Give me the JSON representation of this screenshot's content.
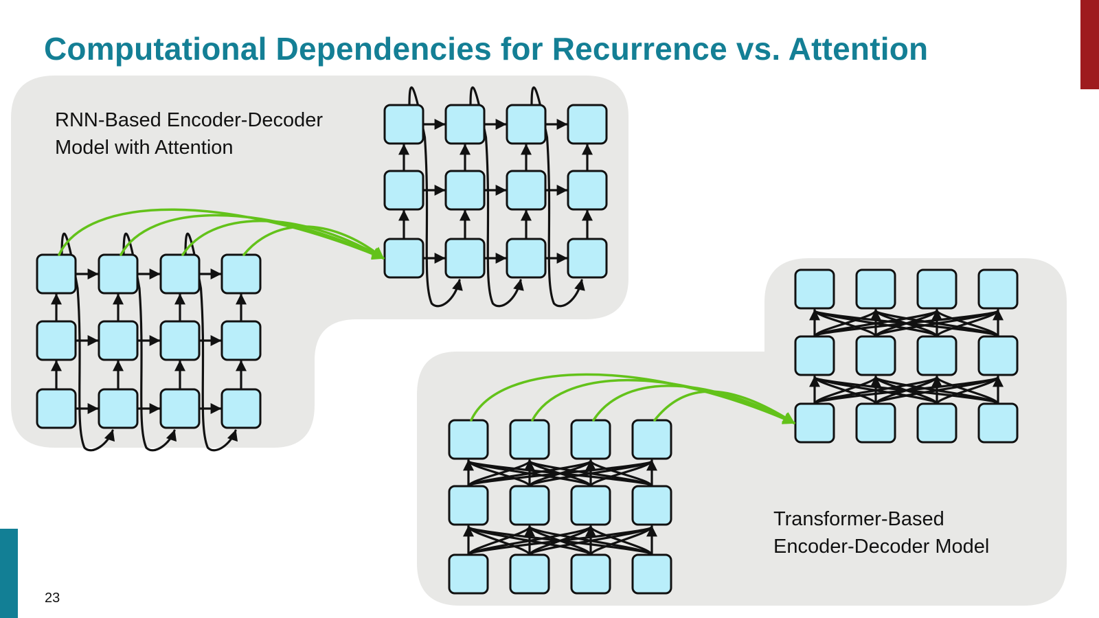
{
  "slide": {
    "title": "Computational Dependencies for Recurrence vs. Attention",
    "page_number": "23"
  },
  "panels": {
    "rnn": {
      "label_line1": "RNN-Based Encoder-Decoder",
      "label_line2": "Model with Attention"
    },
    "transformer": {
      "label_line1": "Transformer-Based",
      "label_line2": "Encoder-Decoder Model"
    }
  },
  "colors": {
    "title": "#147f95",
    "accent_red": "#9e1b1e",
    "accent_teal": "#127f95",
    "panel_bg": "#e8e8e6",
    "node_fill": "#b9eefa",
    "stroke": "#111111",
    "attention": "#63c21a"
  }
}
